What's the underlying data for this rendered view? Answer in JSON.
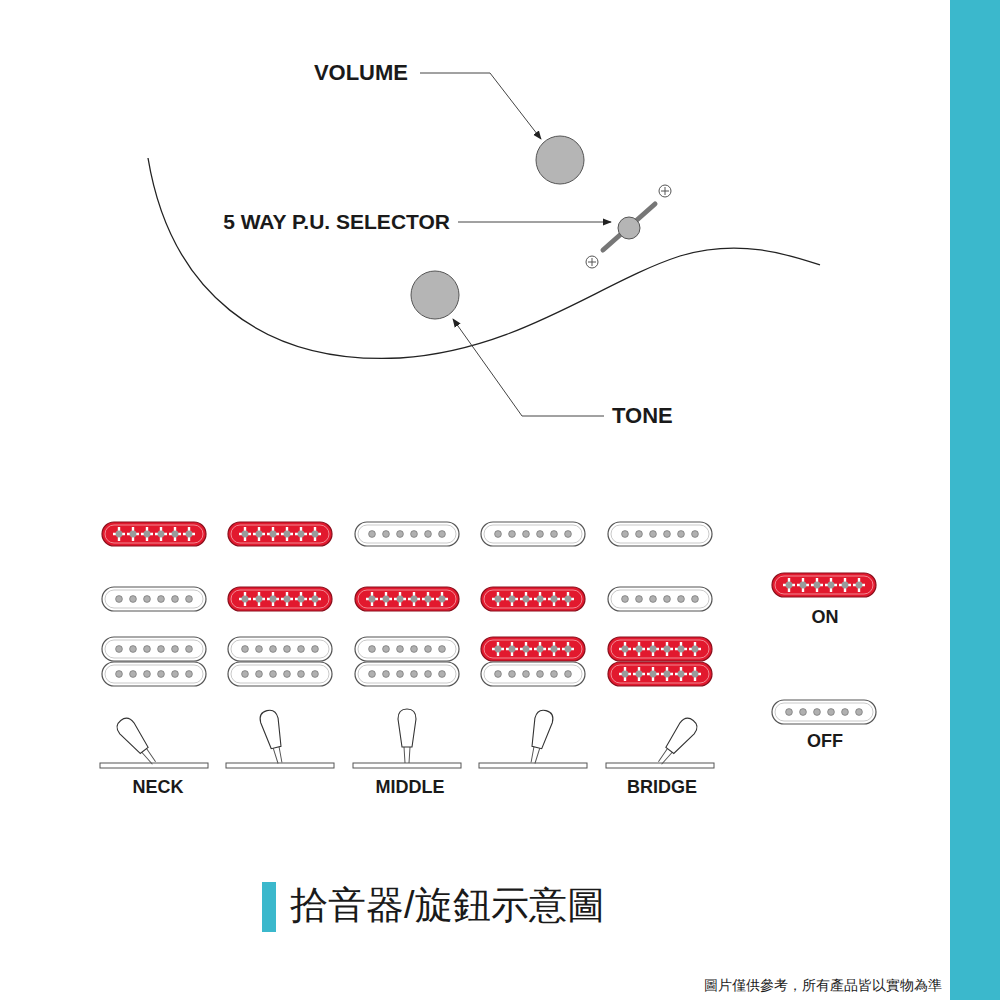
{
  "diagram": {
    "title": "拾音器/旋鈕示意圖",
    "labels": [
      "VOLUME",
      "5 WAY P.U. SELECTOR",
      "TONE",
      "NECK",
      "MIDDLE",
      "BRIDGE",
      "圖片僅供參考，所有產品皆以實物為準"
    ],
    "legend": [
      {
        "text": "ON"
      },
      {
        "text": "OFF"
      }
    ]
  }
}
